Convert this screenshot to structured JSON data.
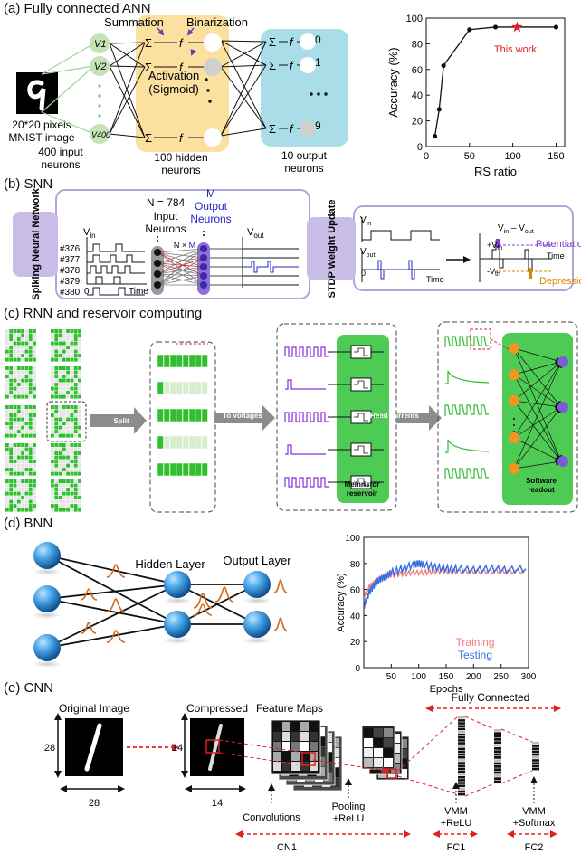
{
  "panels": {
    "a": {
      "title": "(a) Fully connected ANN",
      "summation": "Summation",
      "binarization": "Binarization",
      "v1": "V1",
      "v2": "V2",
      "v400": "V400",
      "sigma": "Σ",
      "f": "f",
      "activation_l1": "Activation",
      "activation_l2": "(Sigmoid)",
      "out0": "0",
      "out1": "1",
      "out9": "9",
      "mnist_l1": "20*20 pixels",
      "mnist_l2": "MNIST image",
      "inputs_l1": "400 input",
      "inputs_l2": "neurons",
      "hidden": "100 hidden",
      "hidden_l2": "neurons",
      "outputs_l1": "10 output",
      "outputs_l2": "neurons"
    },
    "b": {
      "title": "(b) SNN",
      "side_left": "Spiking Neural Network",
      "vin": "V",
      "vin_sub": "in",
      "rows": [
        "#376",
        "#377",
        "#378",
        "#379",
        "#380"
      ],
      "zero": "0",
      "time": "Time",
      "n784": "N = 784",
      "input_neurons_l1": "Input",
      "input_neurons_l2": "Neurons",
      "m_label": "M",
      "output_neurons_l1": "Output",
      "output_neurons_l2": "Neurons",
      "nxm_n": "N",
      "nxm_x": " × ",
      "nxm_m": "M",
      "vout": "V",
      "vout_sub": "out",
      "side_right": "STDP Weight Update",
      "vdiff": "V",
      "vdiff_sub1": "in",
      "vdiff_mid": " – V",
      "vdiff_sub2": "out",
      "plus_vth": "+V",
      "minus_vth": "-V",
      "th": "th",
      "potentiation": "Potentiation",
      "depression": "Depression"
    },
    "c": {
      "title": "(c) RNN and reservoir computing",
      "split": "Split",
      "to_voltages": "To voltages",
      "read_currents": "Read currents",
      "reservoir_l1": "Memristor",
      "reservoir_l2": "reservoir",
      "readout_l1": "Software",
      "readout_l2": "readout"
    },
    "d": {
      "title": "(d) BNN",
      "hidden_layer": "Hidden Layer",
      "output_layer": "Output Layer",
      "legend_training": "Training",
      "legend_testing": "Testing"
    },
    "e": {
      "title": "(e) CNN",
      "original_image": "Original Image",
      "compressed": "Compressed",
      "feature_maps": "Feature Maps",
      "fully_connected": "Fully Connected",
      "dim28a": "28",
      "dim28b": "28",
      "dim14a": "14",
      "dim14b": "14",
      "convolutions": "Convolutions",
      "pooling_l1": "Pooling",
      "pooling_l2": "+ReLU",
      "vmm1_l1": "VMM",
      "vmm1_l2": "+ReLU",
      "vmm2_l1": "VMM",
      "vmm2_l2": "+Softmax",
      "cn1": "CN1",
      "fc1": "FC1",
      "fc2": "FC2"
    }
  },
  "chart_data": [
    {
      "type": "line",
      "xlabel": "RS ratio",
      "ylabel": "Accuracy (%)",
      "xlim": [
        0,
        160
      ],
      "ylim": [
        0,
        100
      ],
      "xticks": [
        0,
        50,
        100,
        150
      ],
      "yticks": [
        0,
        20,
        40,
        60,
        80,
        100
      ],
      "x": [
        10,
        15,
        20,
        50,
        80,
        105,
        150
      ],
      "y": [
        8,
        29,
        63,
        91,
        93,
        93,
        93
      ],
      "annotation": "This work",
      "annotation_point": [
        105,
        93
      ],
      "colors": {
        "line": "#111111",
        "star": "#e02020",
        "annotation": "#e02020"
      }
    },
    {
      "type": "line",
      "xlabel": "Epochs",
      "ylabel": "Accuracy (%)",
      "xlim": [
        0,
        300
      ],
      "ylim": [
        0,
        100
      ],
      "xticks": [
        50,
        100,
        150,
        200,
        250,
        300
      ],
      "yticks": [
        0,
        20,
        40,
        60,
        80,
        100
      ],
      "series": [
        {
          "name": "Training",
          "color": "#f08080",
          "x": [
            1,
            10,
            20,
            30,
            40,
            50,
            70,
            90,
            110,
            130,
            150,
            170,
            200,
            230,
            260,
            300
          ],
          "y": [
            55,
            62,
            66,
            69,
            70,
            71,
            72,
            73,
            73,
            74,
            74,
            74,
            74,
            74,
            74,
            74
          ]
        },
        {
          "name": "Testing",
          "color": "#3a6fe0",
          "x": [
            1,
            10,
            20,
            30,
            40,
            50,
            70,
            90,
            100,
            110,
            130,
            150,
            170,
            200,
            230,
            260,
            300
          ],
          "y": [
            48,
            58,
            64,
            68,
            70,
            73,
            76,
            79,
            80,
            79,
            77,
            76,
            76,
            75,
            76,
            75,
            76
          ]
        }
      ]
    }
  ]
}
